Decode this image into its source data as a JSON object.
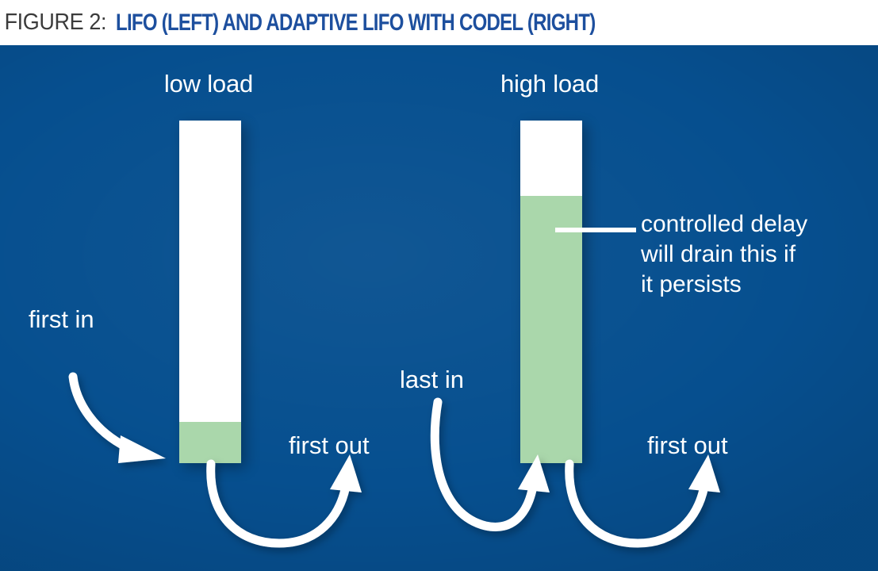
{
  "title": {
    "figure_label": "FIGURE 2:",
    "headline": "LIFO (LEFT) AND ADAPTIVE LIFO WITH CODEL (RIGHT)"
  },
  "colors": {
    "panel_background": "#064F8F",
    "queue_fill": "#AAD7AB",
    "queue_empty": "#FFFFFF",
    "title_accent": "#1D4F9E",
    "title_label": "#3B3B3B",
    "annotation_text": "#FFFFFF"
  },
  "diagram": {
    "left": {
      "column_label": "low load",
      "queue_fill_percent": 12,
      "annotations": {
        "inbound": "first in",
        "outbound": "first out"
      }
    },
    "right": {
      "column_label": "high load",
      "queue_fill_percent": 78,
      "annotations": {
        "inbound": "last in",
        "outbound": "first out"
      },
      "callout": {
        "lines": [
          "controlled delay",
          "will drain this if",
          "it persists"
        ]
      }
    }
  },
  "icons": {
    "arrow_first_in": "curved-arrow-down-right-icon",
    "arrow_first_out_left": "curved-arrow-u-turn-up-icon",
    "arrow_last_in": "curved-arrow-down-right-icon",
    "arrow_first_out_right": "curved-arrow-u-turn-up-icon",
    "leader_line": "callout-leader-line-icon"
  }
}
